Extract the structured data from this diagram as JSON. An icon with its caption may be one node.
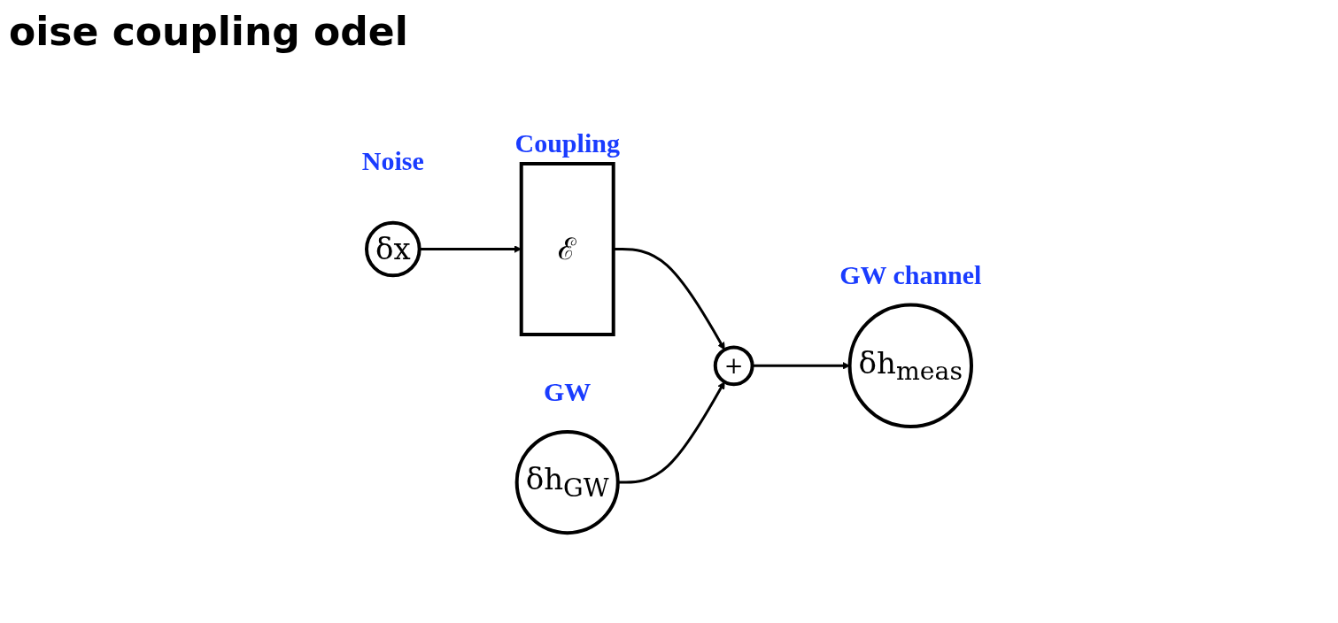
{
  "diagram": {
    "title": "oise coupling odel",
    "nodes": [
      {
        "text": [
          "δx"
        ],
        "beside": [
          "Noise"
        ]
      },
      {
        "text": [
          "ℰ"
        ],
        "beside": [
          "Coupling"
        ]
      },
      {
        "text": [
          "δh$_{GW}$"
        ],
        "beside": [
          "GW"
        ]
      },
      {
        "text": [
          "+"
        ]
      },
      {
        "text": [
          "δh$_{meas}$"
        ],
        "beside": [
          "GW channel"
        ]
      }
    ],
    "edges": [
      {
        "from": 0,
        "to": 1,
        "arrow": "to"
      },
      {
        "from": 1,
        "to": 3,
        "arrow": "to"
      },
      {
        "from": 2,
        "to": 3,
        "arrow": "to"
      },
      {
        "from": 3,
        "to": 4,
        "arrow": "to"
      }
    ]
  }
}
